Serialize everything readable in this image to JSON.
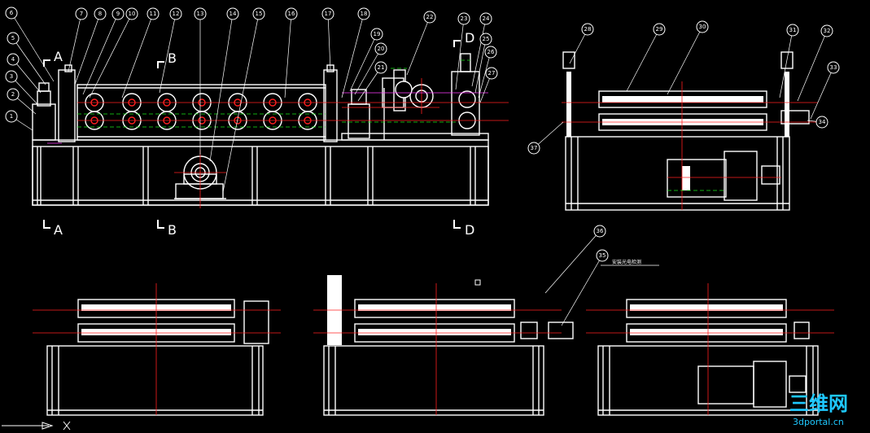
{
  "balloons": [
    "1",
    "2",
    "3",
    "4",
    "5",
    "6",
    "7",
    "8",
    "9",
    "10",
    "11",
    "12",
    "13",
    "14",
    "15",
    "16",
    "17",
    "18",
    "19",
    "20",
    "21",
    "22",
    "23",
    "24",
    "25",
    "26",
    "27",
    "28",
    "29",
    "30",
    "31",
    "32",
    "33",
    "34",
    "35",
    "36",
    "37"
  ],
  "section_marks": [
    "A",
    "B",
    "D"
  ],
  "note_text": "安装光电检测",
  "watermark": {
    "brand": "三维网",
    "url": "3dportal.cn"
  },
  "colors": {
    "background": "#000000",
    "lines": "#ffffff",
    "center": "#ff2020",
    "green": "#19e619",
    "magenta": "#ff3cff",
    "watermark": "#1ec8ff"
  }
}
